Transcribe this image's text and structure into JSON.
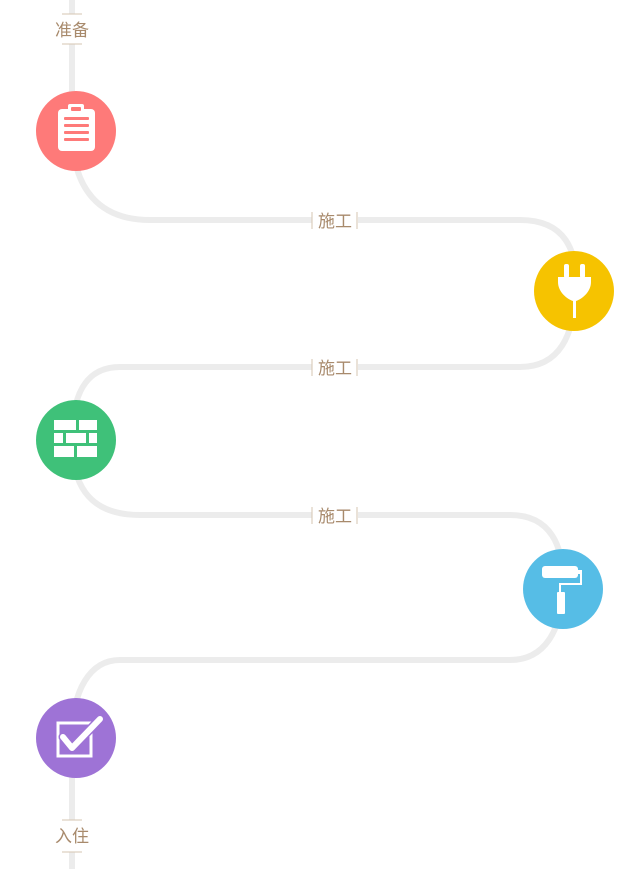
{
  "stages": {
    "start_label": "准备",
    "construction_labels": [
      "施工",
      "施工",
      "施工"
    ],
    "end_label": "入住"
  },
  "steps": [
    {
      "name": "clipboard-icon",
      "color": "#fe7a79"
    },
    {
      "name": "plug-icon",
      "color": "#f6c300"
    },
    {
      "name": "brick-wall-icon",
      "color": "#3fc179"
    },
    {
      "name": "paint-roller-icon",
      "color": "#56bde6"
    },
    {
      "name": "checkbox-icon",
      "color": "#9e73d6"
    }
  ]
}
